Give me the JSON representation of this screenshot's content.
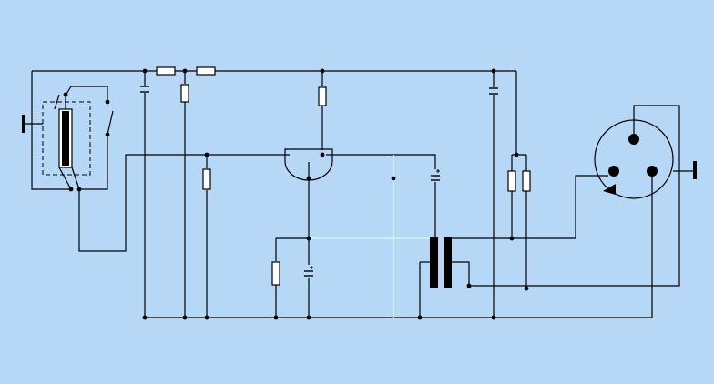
{
  "diagram": {
    "title": "",
    "colors": {
      "background": "#b6d7f6",
      "wire": "#000000",
      "highlight": "#c8fbfb",
      "component_fill": "#ffffff",
      "dashed_box": "#000000"
    },
    "components": [
      {
        "name": "microphone-capsule",
        "kind": "transducer"
      },
      {
        "name": "capsule-switch",
        "kind": "switch"
      },
      {
        "name": "vacuum-tube",
        "kind": "tube"
      },
      {
        "name": "output-transformer",
        "kind": "transformer"
      },
      {
        "name": "xlr-connector",
        "kind": "connector"
      },
      {
        "name": "resistor",
        "kind": "resistor",
        "count": 8
      },
      {
        "name": "capacitor",
        "kind": "capacitor",
        "count": 2
      },
      {
        "name": "electrolytic-capacitor",
        "kind": "polarized-capacitor",
        "count": 2
      },
      {
        "name": "ground-terminal",
        "kind": "ground",
        "count": 2
      }
    ]
  }
}
